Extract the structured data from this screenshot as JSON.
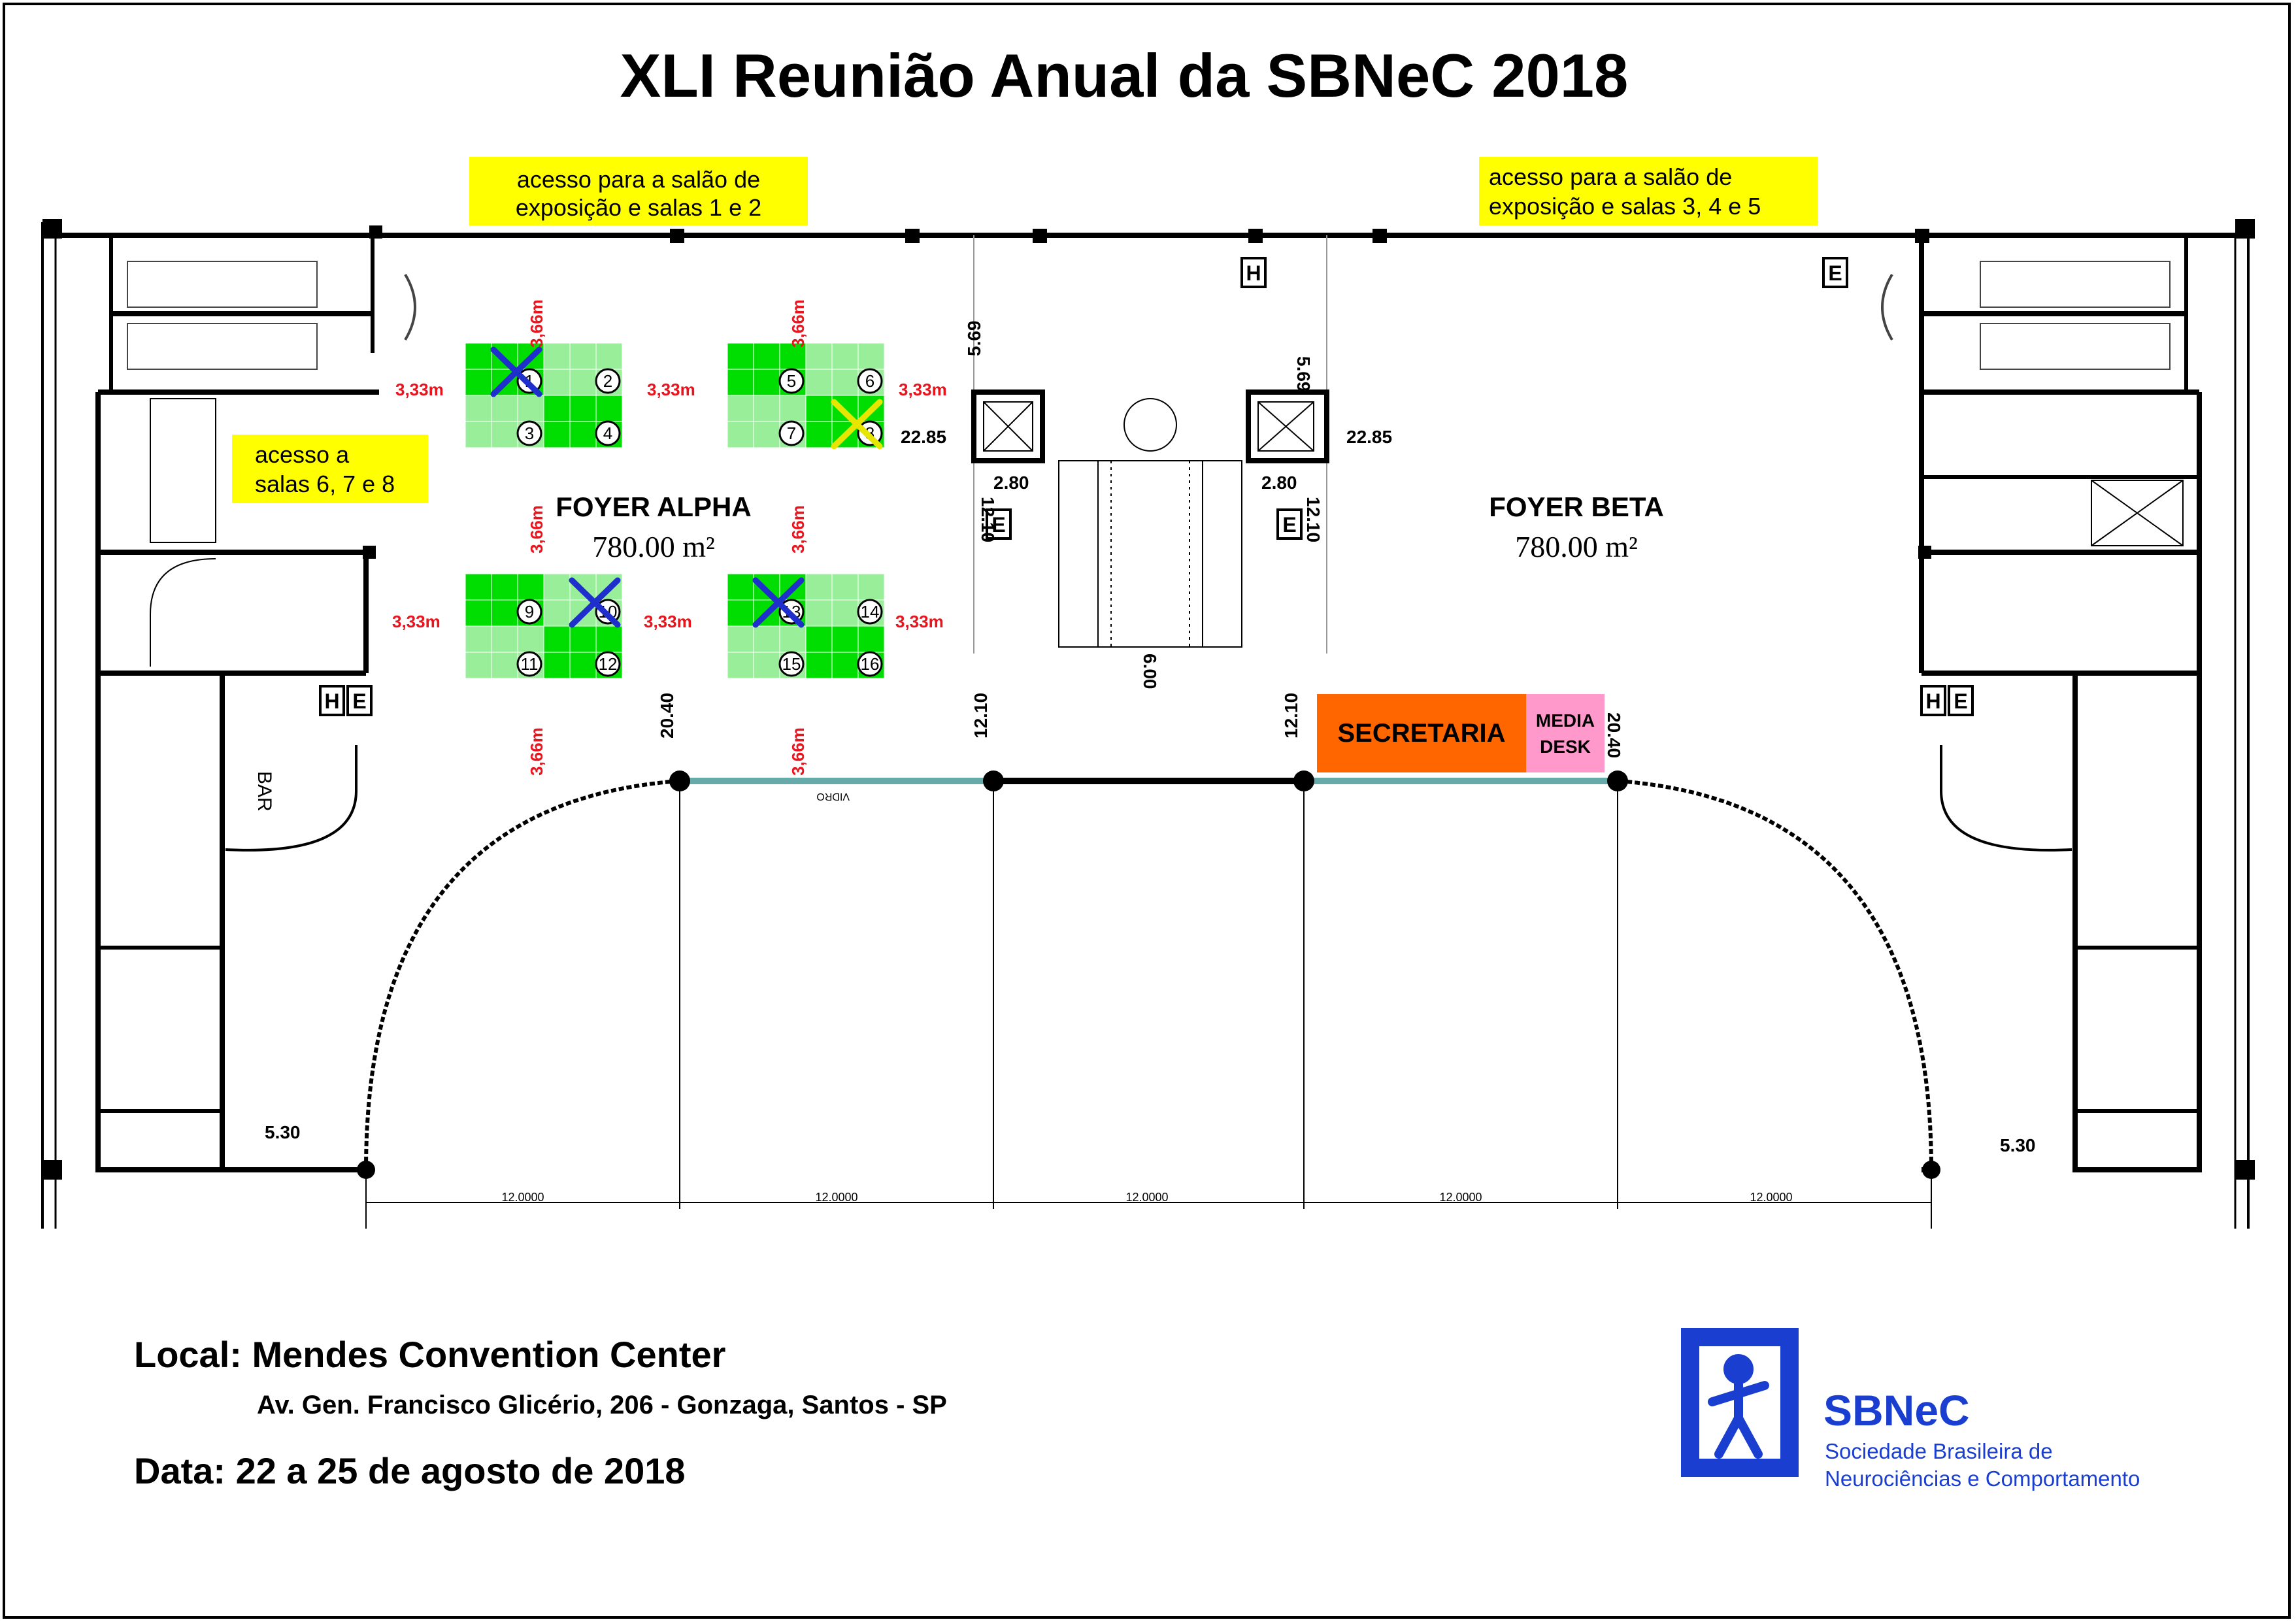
{
  "title": "XLI Reunião Anual da SBNeC 2018",
  "colors": {
    "green_dark": "#00dd00",
    "green_light": "#99ee99",
    "highlight": "#ffff00",
    "secretaria": "#ff6600",
    "media_desk": "#ff99cc",
    "measure_red": "#e8141e",
    "cross_blue": "#1f2fcc",
    "cross_yellow": "#e6e600",
    "logo_blue": "#1a3fd0"
  },
  "floor_plan": {
    "access_notes": [
      "acesso para a salão de exposição e salas 1 e 2",
      "acesso para a salão de exposição e salas 3, 4 e 5",
      "acesso a salas 6, 7 e 8"
    ],
    "foyers": [
      {
        "name": "FOYER  ALPHA",
        "area": "780.00 m²"
      },
      {
        "name": "FOYER  BETA",
        "area": "780.00 m²"
      }
    ],
    "booth_groups": [
      {
        "numbers": [
          "1",
          "2",
          "3",
          "4"
        ],
        "crossed": [
          "1"
        ],
        "cross_color": "blue"
      },
      {
        "numbers": [
          "5",
          "6",
          "7",
          "8"
        ],
        "crossed": [
          "8"
        ],
        "cross_color": "yellow"
      },
      {
        "numbers": [
          "9",
          "10",
          "11",
          "12"
        ],
        "crossed": [
          "10"
        ],
        "cross_color": "blue"
      },
      {
        "numbers": [
          "13",
          "14",
          "15",
          "16"
        ],
        "crossed": [
          "13"
        ],
        "cross_color": "blue"
      }
    ],
    "booth_measures": {
      "width": "3,33m",
      "depth": "3,66m"
    },
    "desks": {
      "secretaria": "SECRETARIA",
      "media_desk": [
        "MEDIA",
        "DESK"
      ]
    },
    "room_labels": {
      "bar": "BAR",
      "vidro": "VIDRO"
    },
    "symbols": {
      "h": "H",
      "e": "E"
    },
    "dimensions": {
      "d_5_69": "5.69",
      "d_22_85": "22.85",
      "d_2_80": "2.80",
      "d_12_10": "12.10",
      "d_6_00": "6.00",
      "d_20_40": "20.40",
      "d_5_30": "5.30",
      "d_12_0000": "12.0000"
    }
  },
  "footer": {
    "local": "Local: Mendes Convention Center",
    "address": "Av. Gen. Francisco Glicério, 206 - Gonzaga, Santos - SP",
    "date": "Data: 22 a 25 de agosto de 2018"
  },
  "logo": {
    "name": "SBNeC",
    "subtitle_lines": [
      "Sociedade Brasileira de",
      "Neurociências e Comportamento"
    ]
  }
}
